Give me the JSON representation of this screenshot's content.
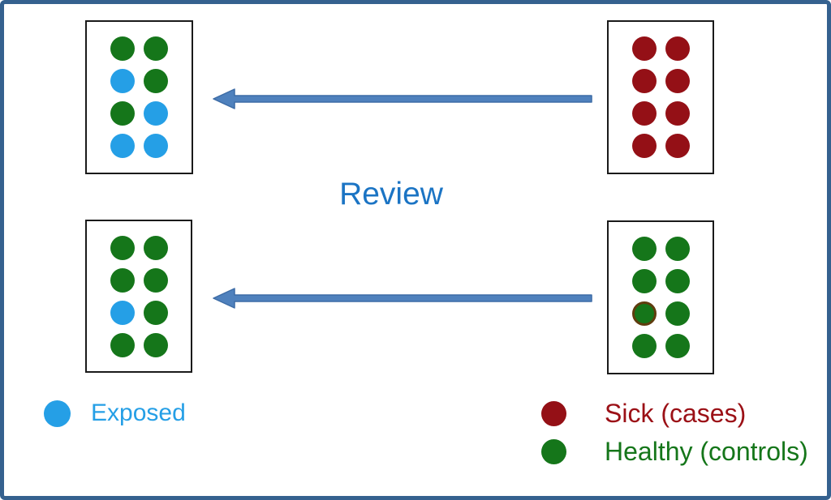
{
  "colors": {
    "canvas_border": "#35618f",
    "box_border": "#1a1a1a",
    "green": "#15761a",
    "blue": "#259fe6",
    "dark_red": "#941016",
    "ring": "#5f3c0e",
    "arrow_fill": "#4f81bd",
    "arrow_edge": "#3d6ca6",
    "review_text": "#1b74c4",
    "exposed_text": "#259fe6",
    "sick_text": "#9b1016",
    "healthy_text": "#15761a"
  },
  "labels": {
    "review": "Review"
  },
  "groups": {
    "top_left": {
      "dots": [
        [
          "green",
          "green"
        ],
        [
          "blue",
          "green"
        ],
        [
          "green",
          "blue"
        ],
        [
          "blue",
          "blue"
        ]
      ]
    },
    "top_right": {
      "dots": [
        [
          "dark_red",
          "dark_red"
        ],
        [
          "dark_red",
          "dark_red"
        ],
        [
          "dark_red",
          "dark_red"
        ],
        [
          "dark_red",
          "dark_red"
        ]
      ]
    },
    "bottom_left": {
      "dots": [
        [
          "green",
          "green"
        ],
        [
          "green",
          "green"
        ],
        [
          "blue",
          "green"
        ],
        [
          "green",
          "green"
        ]
      ]
    },
    "bottom_right": {
      "dots": [
        [
          "green",
          "green"
        ],
        [
          "green",
          "green"
        ],
        [
          "green_ringed",
          "green"
        ],
        [
          "green",
          "green"
        ]
      ]
    }
  },
  "legend": {
    "exposed": {
      "label": "Exposed",
      "swatch": "blue"
    },
    "sick": {
      "label": "Sick (cases)",
      "swatch": "dark_red"
    },
    "healthy": {
      "label": "Healthy (controls)",
      "swatch": "green"
    }
  }
}
